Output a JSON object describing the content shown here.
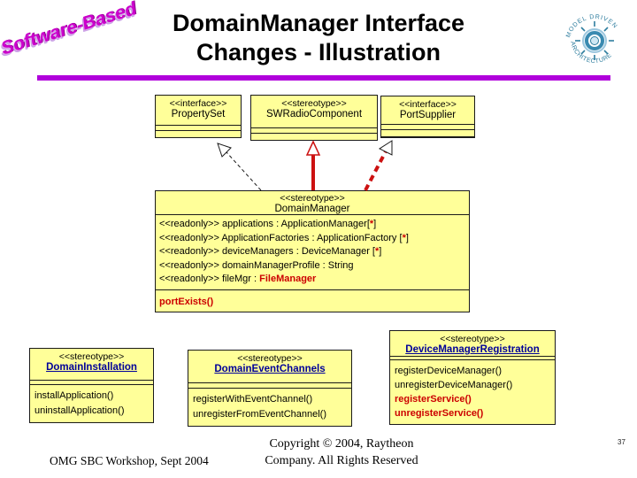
{
  "slide": {
    "title_line1": "DomainManager Interface",
    "title_line2": "Changes - Illustration",
    "corner_logo_text": "Software-Based",
    "mda_logo": {
      "top_text": "MODEL DRIVEN",
      "bottom_text": "ARCHITECTURE"
    },
    "footer_left": "OMG SBC Workshop, Sept 2004",
    "footer_center_line1": "Copyright © 2004, Raytheon",
    "footer_center_line2": "Company. All Rights Reserved",
    "page_number": "37"
  },
  "colors": {
    "box_fill": "#ffff99",
    "box_border": "#1a1a1a",
    "accent_red": "#cc0000",
    "name_navy": "#000099",
    "title_rule_magenta": "#b000db",
    "wordart_magenta": "#cc00cc"
  },
  "boxes": {
    "property_set": {
      "stereotype": "<<interface>>",
      "name": "PropertySet"
    },
    "swradio_component": {
      "stereotype": "<<stereotype>>",
      "name": "SWRadioComponent"
    },
    "port_supplier": {
      "stereotype": "<<interface>>",
      "name": "PortSupplier"
    },
    "domain_manager": {
      "stereotype": "<<stereotype>>",
      "name": "DomainManager",
      "attributes": [
        {
          "pre": "<<readonly>> applications : ApplicationManager[",
          "hl": "*",
          "post": "]"
        },
        {
          "pre": "<<readonly>> ApplicationFactories : ApplicationFactory [",
          "hl": "*",
          "post": "]"
        },
        {
          "pre": "<<readonly>> deviceManagers : DeviceManager [",
          "hl": "*",
          "post": "]"
        },
        {
          "pre": "<<readonly>> domainManagerProfile : String",
          "hl": "",
          "post": ""
        },
        {
          "pre": "<<readonly>> fileMgr : ",
          "hl": "FileManager",
          "post": ""
        }
      ],
      "operations": [
        "portExists()"
      ]
    },
    "domain_installation": {
      "stereotype": "<<stereotype>>",
      "name": "DomainInstallation",
      "operations": [
        "installApplication()",
        "uninstallApplication()"
      ]
    },
    "domain_event_channels": {
      "stereotype": "<<stereotype>>",
      "name": "DomainEventChannels",
      "operations": [
        "registerWithEventChannel()",
        "unregisterFromEventChannel()"
      ]
    },
    "device_manager_registration": {
      "stereotype": "<<stereotype>>",
      "name": "DeviceManagerRegistration",
      "operations": [
        "registerDeviceManager()",
        "unregisterDeviceManager()",
        "registerService()",
        "unregisterService()"
      ]
    }
  }
}
